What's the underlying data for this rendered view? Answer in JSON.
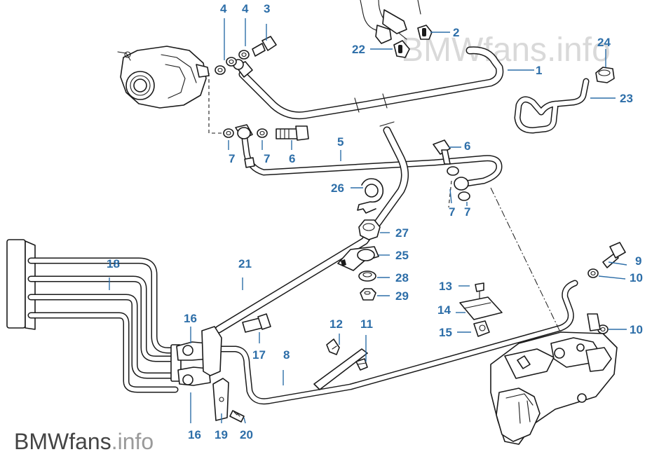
{
  "watermark_top": "BMWfans.info",
  "watermark_bottom": {
    "brand": "BMWfans",
    "suffix": ".info"
  },
  "callouts": {
    "c1": "1",
    "c2": "2",
    "c3": "3",
    "c4a": "4",
    "c4b": "4",
    "c5": "5",
    "c6a": "6",
    "c6b": "6",
    "c7a": "7",
    "c7b": "7",
    "c7c": "7",
    "c7d": "7",
    "c8": "8",
    "c9": "9",
    "c10a": "10",
    "c10b": "10",
    "c11": "11",
    "c12": "12",
    "c13": "13",
    "c14": "14",
    "c15": "15",
    "c16a": "16",
    "c16b": "16",
    "c17": "17",
    "c18": "18",
    "c19": "19",
    "c20": "20",
    "c21": "21",
    "c22": "22",
    "c23": "23",
    "c24": "24",
    "c25": "25",
    "c26": "26",
    "c27": "27",
    "c28": "28",
    "c29": "29"
  },
  "colors": {
    "callout": "#2d6ea8",
    "line": "#1a1a1a",
    "watermark": "#d9d9d9"
  }
}
